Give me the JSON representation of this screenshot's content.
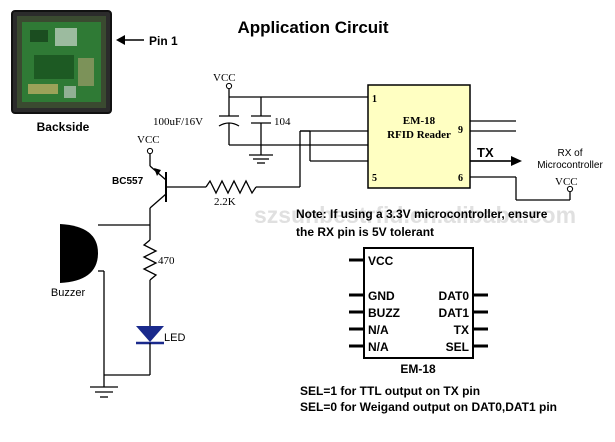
{
  "title": "Application Circuit",
  "module_photo": {
    "caption": "Backside",
    "pin_label": "Pin 1"
  },
  "labels": {
    "vcc": "VCC",
    "cap1": "100uF/16V",
    "cap2": "104",
    "transistor": "BC557",
    "resistor_base": "2.2K",
    "resistor_led": "470",
    "led": "LED",
    "buzzer": "Buzzer",
    "tx_signal": "TX",
    "rx_line1": "RX of",
    "rx_line2": "Microcontroller"
  },
  "reader_chip": {
    "name_line1": "EM-18",
    "name_line2": "RFID Reader",
    "pins": [
      "1",
      "9",
      "6",
      "5"
    ]
  },
  "note": {
    "line1": "Note: If using a 3.3V microcontroller, ensure",
    "line2": "the RX pin is 5V tolerant"
  },
  "pinout_chip": {
    "name": "EM-18",
    "top": "VCC",
    "left": [
      "GND",
      "BUZZ",
      "N/A",
      "N/A"
    ],
    "right": [
      "DAT0",
      "DAT1",
      "TX",
      "SEL"
    ]
  },
  "footer": {
    "line1": "SEL=1 for TTL output on TX pin",
    "line2": "SEL=0 for Weigand output on DAT0,DAT1 pin"
  },
  "watermark": "szsunbestrfid.en.alibaba.com"
}
